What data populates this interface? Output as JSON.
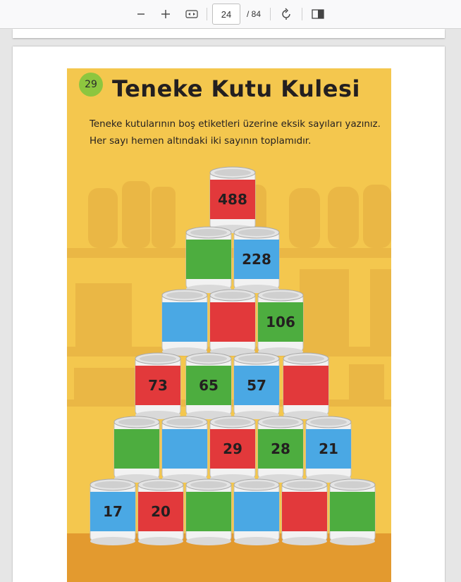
{
  "toolbar": {
    "zoom_out": "zoom-out",
    "zoom_in": "zoom-in",
    "fit": "fit-width",
    "page_number": "24",
    "page_total": "/ 84",
    "rotate": "rotate",
    "spread": "spread"
  },
  "poster": {
    "page_badge": "29",
    "title": "Teneke Kutu Kulesi",
    "instruction_1": "Teneke kutularının boş etiketleri üzerine eksik sayıları yazınız.",
    "instruction_2": "Her sayı hemen altındaki iki sayının toplamıdır."
  },
  "colors": {
    "red": "#e2393b",
    "green": "#4dad3f",
    "blue": "#4aa8e4",
    "background": "#f4c74e",
    "badge": "#8dc63f"
  },
  "pyramid": {
    "row_1": [
      "488"
    ],
    "row_2": [
      "",
      "228"
    ],
    "row_3": [
      "",
      "",
      "106"
    ],
    "row_4": [
      "73",
      "65",
      "57",
      ""
    ],
    "row_5": [
      "",
      "",
      "29",
      "28",
      "21"
    ],
    "row_6": [
      "17",
      "20",
      "",
      "",
      "",
      ""
    ]
  }
}
